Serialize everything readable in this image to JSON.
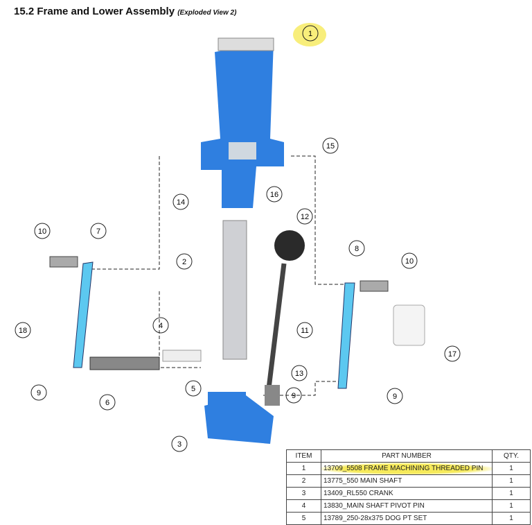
{
  "heading": {
    "title": "15.2  Frame and Lower Assembly",
    "subtitle": "(Exploded View 2)"
  },
  "balloons": [
    "1",
    "15",
    "16",
    "14",
    "12",
    "10",
    "7",
    "8",
    "10",
    "2",
    "18",
    "4",
    "11",
    "17",
    "9",
    "6",
    "5",
    "13",
    "9",
    "9",
    "3"
  ],
  "colors": {
    "part_blue": "#2f7fe0",
    "link_cyan": "#5cc8f0",
    "highlight": "#f6ea5a"
  },
  "bom": {
    "headers": [
      "ITEM",
      "PART NUMBER",
      "QTY."
    ],
    "rows": [
      [
        "1",
        "13709_5508 FRAME MACHINING THREADED PIN",
        "1"
      ],
      [
        "2",
        "13775_550 MAIN SHAFT",
        "1"
      ],
      [
        "3",
        "13409_RL550 CRANK",
        "1"
      ],
      [
        "4",
        "13830_MAIN SHAFT PIVOT PIN",
        "1"
      ],
      [
        "5",
        "13789_250-28x375 DOG PT SET",
        "1"
      ]
    ]
  }
}
